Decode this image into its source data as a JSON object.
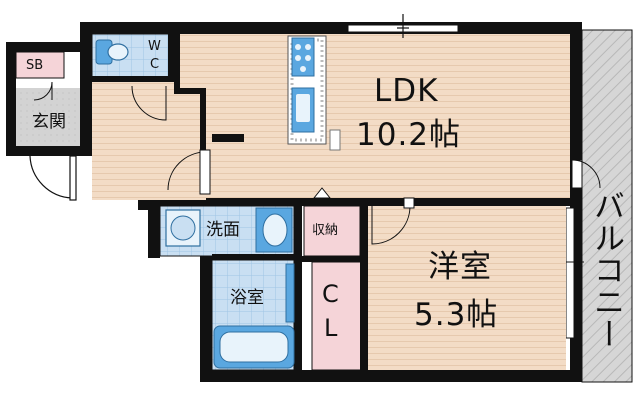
{
  "rooms": {
    "ldk": {
      "name": "LDK",
      "size": "10.2帖"
    },
    "western": {
      "name": "洋室",
      "size": "5.3帖"
    },
    "balcony": {
      "name": "バルコニー"
    },
    "entrance": {
      "name": "玄関"
    },
    "sb": {
      "name": "SB"
    },
    "wc": {
      "name_w": "W",
      "name_c": "C"
    },
    "washroom": {
      "name": "洗面"
    },
    "bathroom": {
      "name": "浴室"
    },
    "storage": {
      "name": "収納"
    },
    "closet": {
      "name_c": "C",
      "name_l": "L"
    }
  },
  "colors": {
    "floor_wood": "#f3dcc6",
    "wood_lines": "#e6c9ae",
    "wet_tile": "#c9dff2",
    "tile_grid": "#9fc4e4",
    "storage_pink": "#f5d4d8",
    "entrance_gray": "#d3d3d3",
    "balcony_gray": "#cfcfcf",
    "wall": "#111111",
    "fixture_blue": "#5aa7e0"
  }
}
